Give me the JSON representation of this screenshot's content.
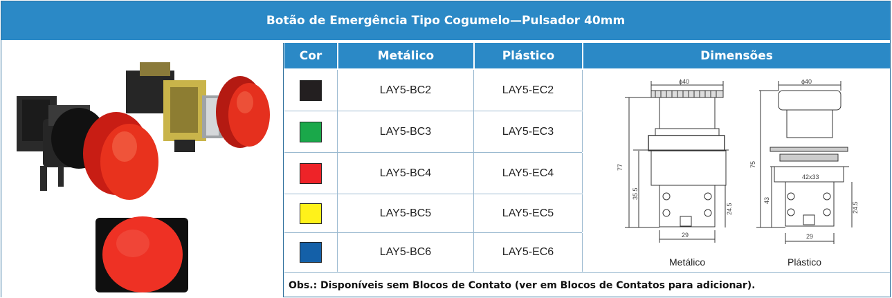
{
  "title": "Botão de Emergência Tipo Cogumelo—Pulsador 40mm",
  "headers": {
    "cor": "Cor",
    "metalico": "Metálico",
    "plastico": "Plástico",
    "dimensoes": "Dimensões"
  },
  "rows": [
    {
      "color": "#231f20",
      "metalico": "LAY5-BC2",
      "plastico": "LAY5-EC2"
    },
    {
      "color": "#1aa84a",
      "metalico": "LAY5-BC3",
      "plastico": "LAY5-EC3"
    },
    {
      "color": "#ee2328",
      "metalico": "LAY5-BC4",
      "plastico": "LAY5-EC4"
    },
    {
      "color": "#fff21a",
      "metalico": "LAY5-BC5",
      "plastico": "LAY5-EC5"
    },
    {
      "color": "#1460a8",
      "metalico": "LAY5-BC6",
      "plastico": "LAY5-EC6"
    }
  ],
  "dimensions": {
    "metalico": {
      "label": "Metálico",
      "diameter": "ɸ40",
      "height": "77",
      "lower": "35.5",
      "contact": "24.5",
      "width": "29"
    },
    "plastico": {
      "label": "Plástico",
      "diameter": "ɸ40",
      "height": "75",
      "lower": "43",
      "contact": "24.5",
      "width": "29",
      "bracket": "42x33"
    }
  },
  "obs": "Obs.: Disponíveis sem Blocos de Contato (ver em Blocos de Contatos para adicionar).",
  "colors": {
    "header_bg": "#2b89c6",
    "border": "#2d6f9c"
  }
}
